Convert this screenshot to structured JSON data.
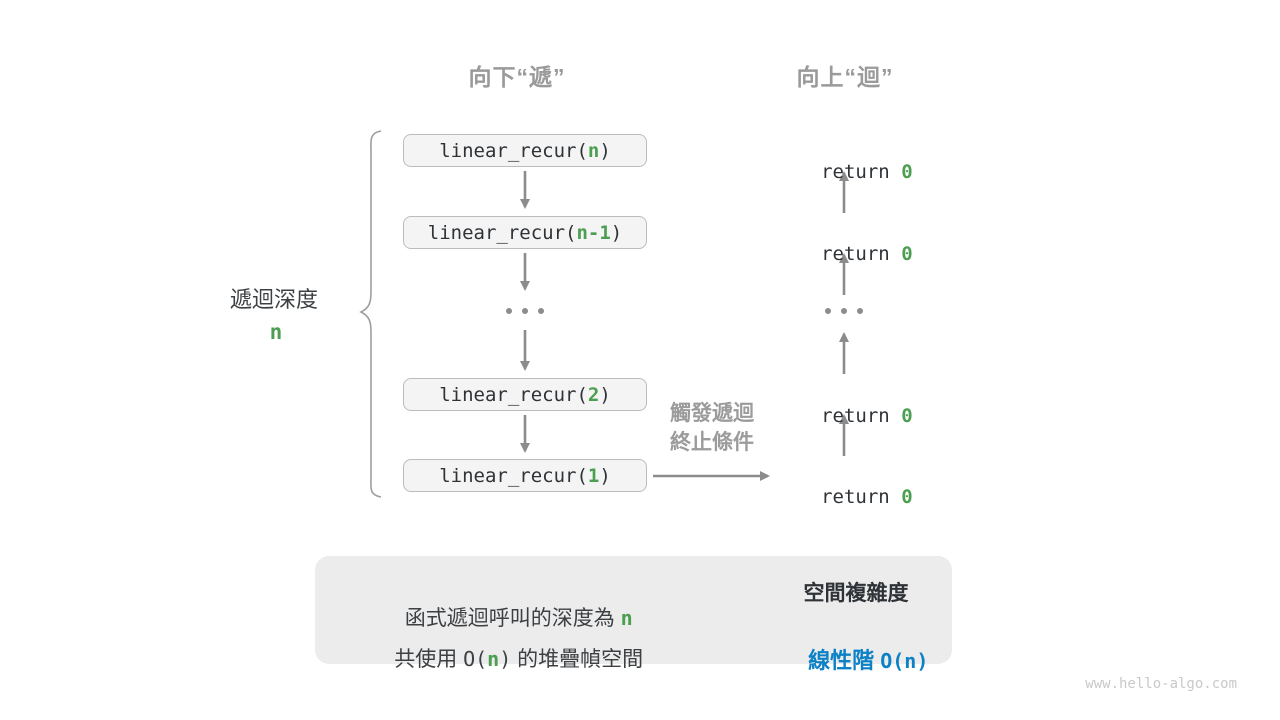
{
  "colors": {
    "green": "#4c9e50",
    "blue": "#0d81c6",
    "dark_text": "#2f3337",
    "gray_label": "#9a9a9a",
    "arrow_gray": "#8c8c8c",
    "box_bg": "#f4f4f4",
    "box_border": "#bcbcbc",
    "panel_bg": "#ececec",
    "block_arrow": "#c2c2c2",
    "watermark": "#c9c9c9"
  },
  "headers": {
    "descend": "向下“遞”",
    "ascend": "向上“迴”"
  },
  "depth_label": {
    "text": "遞迴深度",
    "value": "n"
  },
  "calls": [
    {
      "prefix": "linear_recur(",
      "arg": "n",
      "suffix": ")"
    },
    {
      "prefix": "linear_recur(",
      "arg": "n-1",
      "suffix": ")"
    },
    {
      "prefix": "linear_recur(",
      "arg": "2",
      "suffix": ")"
    },
    {
      "prefix": "linear_recur(",
      "arg": "1",
      "suffix": ")"
    }
  ],
  "returns": [
    {
      "prefix": "return ",
      "value": "0"
    },
    {
      "prefix": "return ",
      "value": "0"
    },
    {
      "prefix": "return ",
      "value": "0"
    },
    {
      "prefix": "return ",
      "value": "0"
    }
  ],
  "ellipsis": "...",
  "termination": {
    "line1": "觸發遞迴",
    "line2": "終止條件"
  },
  "summary": {
    "line1_text": "函式遞迴呼叫的深度為 ",
    "line1_value": "n",
    "line2_pre": "共使用 ",
    "line2_o_open": "O(",
    "line2_n": "n",
    "line2_o_close": ")",
    "line2_post": " 的堆疊幀空間",
    "result_title": "空間複雜度",
    "result_label": "線性階 ",
    "result_o_open": "O(",
    "result_n": "n",
    "result_o_close": ")"
  },
  "watermark": "www.hello-algo.com"
}
